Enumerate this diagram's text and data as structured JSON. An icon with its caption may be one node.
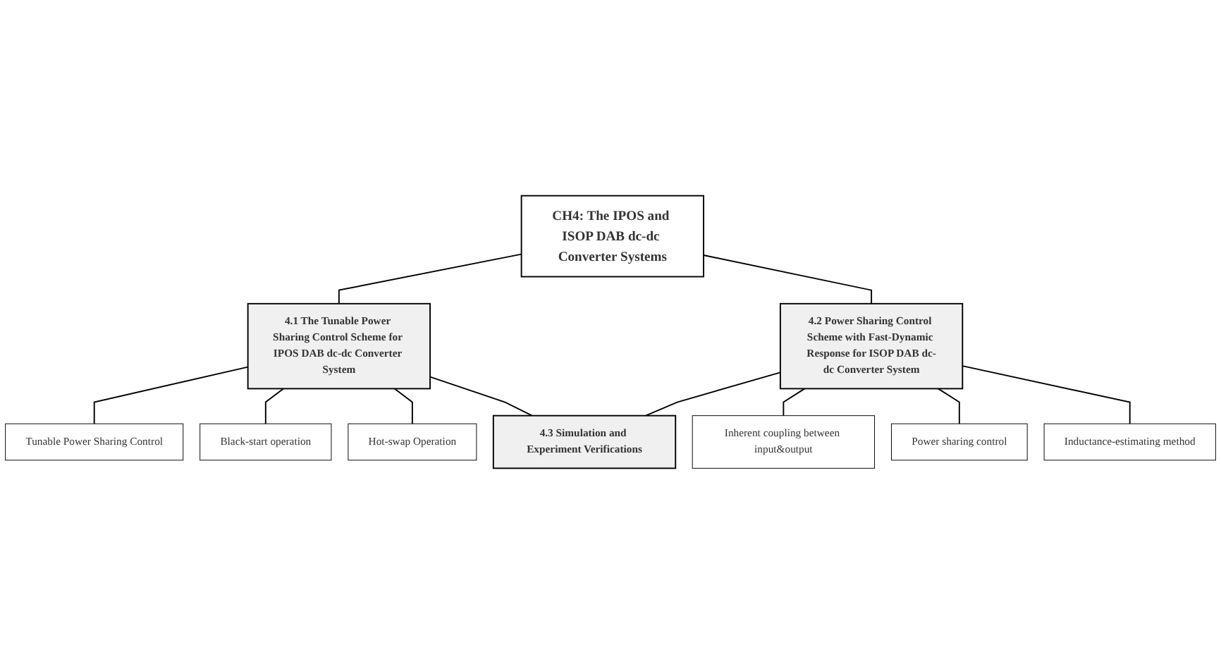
{
  "diagram": {
    "nodes": [
      {
        "text": [
          "CH4: The IPOS and ISOP DAB dc-dc Converter Systems"
        ]
      },
      {
        "text": [
          "4.1 The Tunable Power Sharing Control Scheme for IPOS DAB dc-dc Converter System"
        ]
      },
      {
        "text": [
          "4.2 Power Sharing Control Scheme with Fast-Dynamic Response for ISOP DAB dc-dc Converter System"
        ]
      },
      {
        "text": [
          "Tunable Power Sharing Control"
        ]
      },
      {
        "text": [
          "Black-start operation"
        ]
      },
      {
        "text": [
          "Hot-swap Operation"
        ]
      },
      {
        "text": [
          "4.3 Simulation and Experiment Verifications"
        ]
      },
      {
        "text": [
          "Inherent coupling between input&output"
        ]
      },
      {
        "text": [
          "Power sharing control"
        ]
      },
      {
        "text": [
          "Inductance-estimating method"
        ]
      }
    ],
    "edges": [
      {
        "from": 0,
        "to": 1,
        "arrow": "none"
      },
      {
        "from": 0,
        "to": 2,
        "arrow": "none"
      },
      {
        "from": 1,
        "to": 3,
        "arrow": "none"
      },
      {
        "from": 1,
        "to": 4,
        "arrow": "none"
      },
      {
        "from": 1,
        "to": 5,
        "arrow": "none"
      },
      {
        "from": 1,
        "to": 6,
        "arrow": "none"
      },
      {
        "from": 2,
        "to": 6,
        "arrow": "none"
      },
      {
        "from": 2,
        "to": 7,
        "arrow": "none"
      },
      {
        "from": 2,
        "to": 8,
        "arrow": "none"
      },
      {
        "from": 2,
        "to": 9,
        "arrow": "none"
      }
    ]
  }
}
